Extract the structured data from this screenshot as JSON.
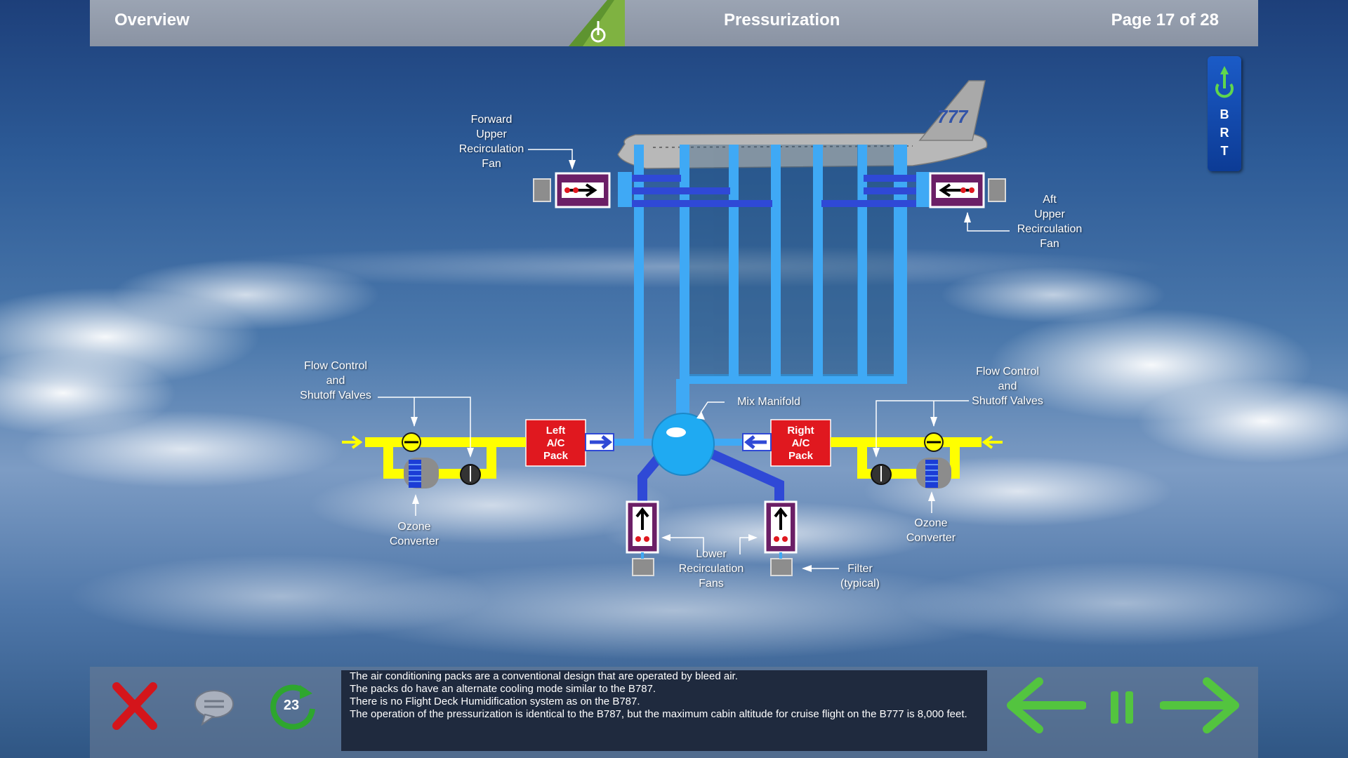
{
  "header": {
    "left_label": "Overview",
    "title": "Pressurization",
    "page": "Page 17 of 28"
  },
  "brt_tab": {
    "letters": [
      "B",
      "R",
      "T"
    ]
  },
  "diagram": {
    "labels": {
      "fwd_fan": [
        "Forward",
        "Upper",
        "Recirculation",
        "Fan"
      ],
      "aft_fan": [
        "Aft",
        "Upper",
        "Recirculation",
        "Fan"
      ],
      "flow_left": [
        "Flow Control",
        "and",
        "Shutoff Valves"
      ],
      "flow_right": [
        "Flow Control",
        "and",
        "Shutoff Valves"
      ],
      "mix_manifold": "Mix Manifold",
      "ozone_left": [
        "Ozone",
        "Converter"
      ],
      "ozone_right": [
        "Ozone",
        "Converter"
      ],
      "lower_fans": [
        "Lower",
        "Recirculation",
        "Fans"
      ],
      "filter": [
        "Filter",
        "(typical)"
      ],
      "left_pack": [
        "Left",
        "A/C",
        "Pack"
      ],
      "right_pack": [
        "Right",
        "A/C",
        "Pack"
      ]
    },
    "colors": {
      "duct_blue": "#3fa9f5",
      "duct_dark_blue": "#2f49d6",
      "bleed_yellow": "#ffff00",
      "pack_red": "#e0181f",
      "fan_purple": "#6b1f66"
    }
  },
  "footer": {
    "close_icon": "close-icon",
    "chat_icon": "speech-bubble-icon",
    "replay_count": "23",
    "notes": [
      "The air conditioning packs are a conventional design that are operated by bleed air.",
      "The packs do have an alternate cooling mode similar to the B787.",
      "There is no Flight Deck Humidification system as on the B787.",
      "The operation of the pressurization is identical to the B787, but the maximum cabin altitude for cruise flight on the B777 is 8,000 feet."
    ]
  }
}
